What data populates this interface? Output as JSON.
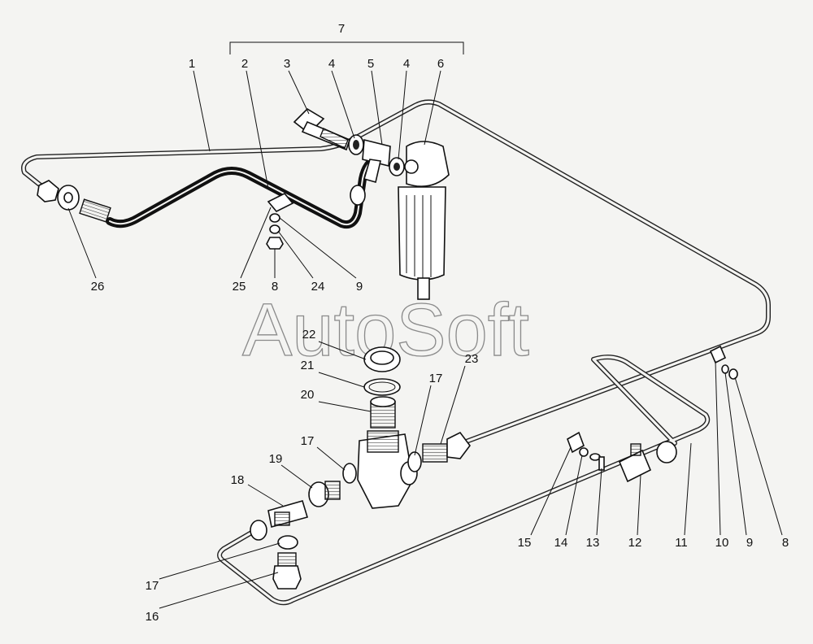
{
  "watermark": "AutoSoft",
  "group_bracket": {
    "label": "7"
  },
  "callouts": [
    {
      "id": "c1",
      "text": "1"
    },
    {
      "id": "c2",
      "text": "2"
    },
    {
      "id": "c3",
      "text": "3"
    },
    {
      "id": "c4a",
      "text": "4"
    },
    {
      "id": "c5",
      "text": "5"
    },
    {
      "id": "c4b",
      "text": "4"
    },
    {
      "id": "c6",
      "text": "6"
    },
    {
      "id": "c26",
      "text": "26"
    },
    {
      "id": "c25",
      "text": "25"
    },
    {
      "id": "c8a",
      "text": "8"
    },
    {
      "id": "c24",
      "text": "24"
    },
    {
      "id": "c9a",
      "text": "9"
    },
    {
      "id": "c22",
      "text": "22"
    },
    {
      "id": "c21",
      "text": "21"
    },
    {
      "id": "c20",
      "text": "20"
    },
    {
      "id": "c17a",
      "text": "17"
    },
    {
      "id": "c23",
      "text": "23"
    },
    {
      "id": "c17b",
      "text": "17"
    },
    {
      "id": "c19",
      "text": "19"
    },
    {
      "id": "c18",
      "text": "18"
    },
    {
      "id": "c17c",
      "text": "17"
    },
    {
      "id": "c16",
      "text": "16"
    },
    {
      "id": "c15",
      "text": "15"
    },
    {
      "id": "c14",
      "text": "14"
    },
    {
      "id": "c13",
      "text": "13"
    },
    {
      "id": "c12",
      "text": "12"
    },
    {
      "id": "c11",
      "text": "11"
    },
    {
      "id": "c10",
      "text": "10"
    },
    {
      "id": "c9b",
      "text": "9"
    },
    {
      "id": "c8b",
      "text": "8"
    }
  ]
}
